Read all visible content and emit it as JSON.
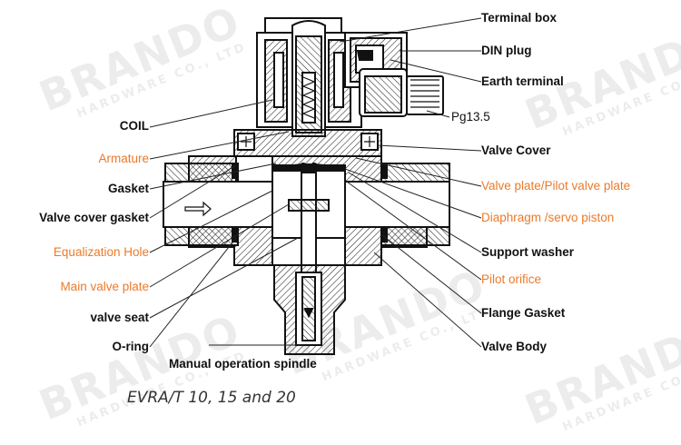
{
  "watermark": {
    "brand": "BRANDO",
    "sub": "HARDWARE CO., LTD"
  },
  "labels_left": [
    {
      "text": "COIL",
      "style": "blk"
    },
    {
      "text": "Armature",
      "style": "org"
    },
    {
      "text": "Gasket",
      "style": "blk"
    },
    {
      "text": "Valve cover gasket",
      "style": "blk"
    },
    {
      "text": "Equalization Hole",
      "style": "org"
    },
    {
      "text": "Main valve plate",
      "style": "org"
    },
    {
      "text": "valve seat",
      "style": "blk"
    },
    {
      "text": "O-ring",
      "style": "blk"
    }
  ],
  "labels_right": [
    {
      "text": "Terminal box",
      "style": "blk"
    },
    {
      "text": "DIN plug",
      "style": "blk"
    },
    {
      "text": "Earth terminal",
      "style": "blk"
    },
    {
      "text": "Pg13.5",
      "style": "plain"
    },
    {
      "text": "Valve Cover",
      "style": "blk"
    },
    {
      "text": "Valve plate/Pilot valve plate",
      "style": "org"
    },
    {
      "text": "Diaphragm /servo piston",
      "style": "org"
    },
    {
      "text": "Support washer",
      "style": "blk"
    },
    {
      "text": "Pilot orifice",
      "style": "org"
    },
    {
      "text": "Flange Gasket",
      "style": "blk"
    },
    {
      "text": "Valve Body",
      "style": "blk"
    }
  ],
  "label_bottom": {
    "text": "Manual operation spindle",
    "style": "blk"
  },
  "caption": "EVRA/T 10, 15 and 20"
}
